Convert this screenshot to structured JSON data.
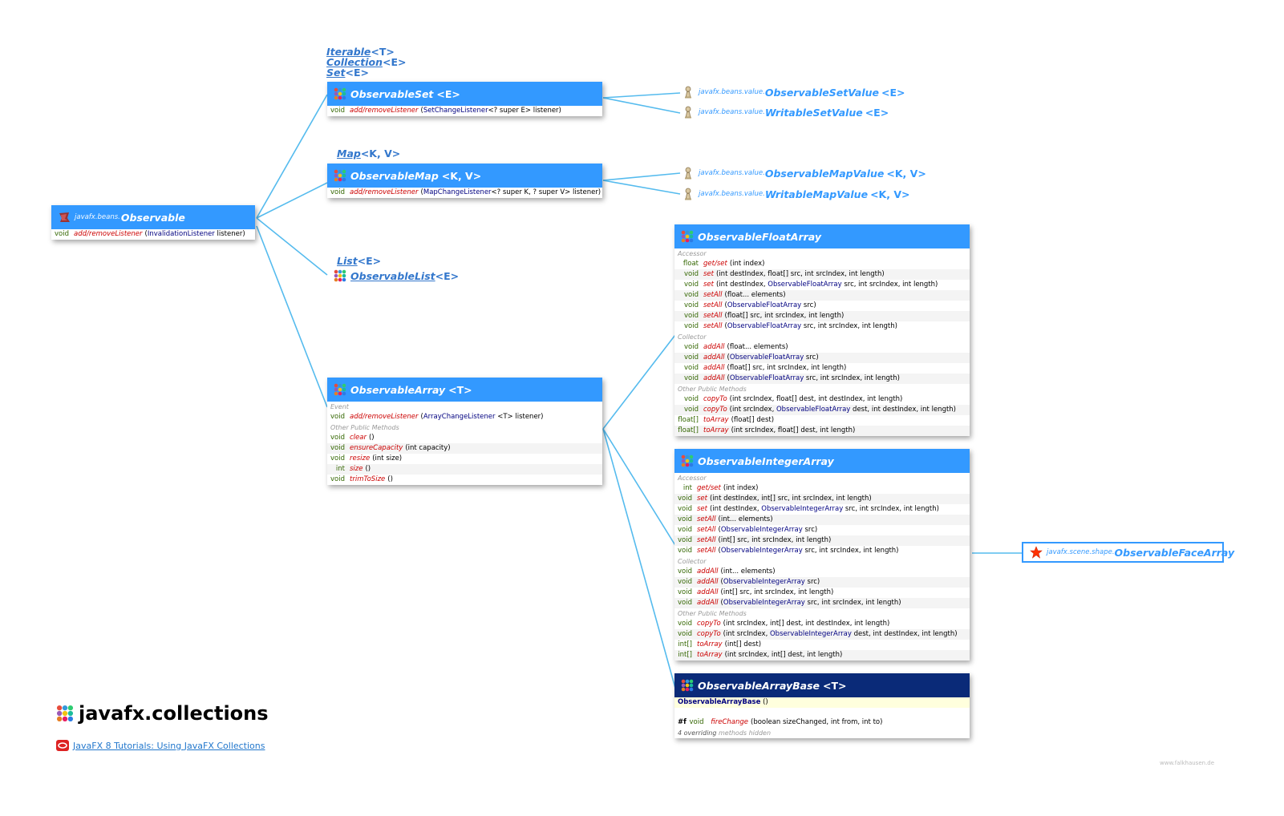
{
  "page": {
    "title": "javafx.collections",
    "tutorial_link": "JavaFX 8 Tutorials: Using JavaFX Collections",
    "credit": "www.falkhausen.de"
  },
  "observable": {
    "pkg": "javafx.beans.",
    "name": "Observable",
    "rows": [
      {
        "ret": "void",
        "method": "add/removeListener",
        "params_pre": "(",
        "type": "InvalidationListener",
        "params_post": " listener)"
      }
    ]
  },
  "iterable_links": [
    {
      "name": "Iterable",
      "gen": "<T>"
    },
    {
      "name": "Collection",
      "gen": "<E>"
    },
    {
      "name": "Set",
      "gen": "<E>"
    }
  ],
  "observable_set": {
    "name": "ObservableSet",
    "gen": "<E>",
    "rows": [
      {
        "ret": "void",
        "method": "add/removeListener",
        "params_pre": "(",
        "type": "SetChangeListener",
        "params_post": "<? super E> listener)"
      }
    ]
  },
  "map_link": {
    "name": "Map",
    "gen": "<K, V>"
  },
  "observable_map": {
    "name": "ObservableMap",
    "gen": "<K, V>",
    "rows": [
      {
        "ret": "void",
        "method": "add/removeListener",
        "params_pre": "(",
        "type": "MapChangeListener",
        "params_post": "<? super K, ? super V> listener)"
      }
    ]
  },
  "list_link": {
    "name": "List",
    "gen": "<E>"
  },
  "observable_list_link": {
    "name": "ObservableList",
    "gen": "<E>"
  },
  "set_values": [
    {
      "pkg": "javafx.beans.value.",
      "name": "ObservableSetValue",
      "gen": "<E>"
    },
    {
      "pkg": "javafx.beans.value.",
      "name": "WritableSetValue",
      "gen": "<E>"
    }
  ],
  "map_values": [
    {
      "pkg": "javafx.beans.value.",
      "name": "ObservableMapValue",
      "gen": "<K, V>"
    },
    {
      "pkg": "javafx.beans.value.",
      "name": "WritableMapValue",
      "gen": "<K, V>"
    }
  ],
  "observable_array": {
    "name": "ObservableArray",
    "gen": "<T>",
    "rows": [
      {
        "section": "Event"
      },
      {
        "ret": "void",
        "method": "add/removeListener",
        "params_pre": "(",
        "type": "ArrayChangeListener",
        "params_post": " <T> listener)"
      },
      {
        "section": "Other Public Methods"
      },
      {
        "ret": "void",
        "method": "clear",
        "params_pre": "()"
      },
      {
        "ret": "void",
        "method": "ensureCapacity",
        "params_pre": "(int capacity)"
      },
      {
        "ret": "void",
        "method": "resize",
        "params_pre": "(int size)"
      },
      {
        "ret": "int",
        "method": "size",
        "params_pre": "()"
      },
      {
        "ret": "void",
        "method": "trimToSize",
        "params_pre": "()"
      }
    ]
  },
  "observable_float_array": {
    "name": "ObservableFloatArray",
    "rows": [
      {
        "section": "Accessor"
      },
      {
        "ret": "float",
        "method": "get/set",
        "params_pre": "(int index)"
      },
      {
        "ret": "void",
        "method": "set",
        "params_pre": "(int destIndex, float[] src, int srcIndex, int length)"
      },
      {
        "ret": "void",
        "method": "set",
        "params_pre": "(int destIndex, ",
        "type": "ObservableFloatArray",
        "params_post": " src, int srcIndex, int length)"
      },
      {
        "ret": "void",
        "method": "setAll",
        "params_pre": "(float... elements)"
      },
      {
        "ret": "void",
        "method": "setAll",
        "params_pre": "(",
        "type": "ObservableFloatArray",
        "params_post": " src)"
      },
      {
        "ret": "void",
        "method": "setAll",
        "params_pre": "(float[] src, int srcIndex, int length)"
      },
      {
        "ret": "void",
        "method": "setAll",
        "params_pre": "(",
        "type": "ObservableFloatArray",
        "params_post": " src, int srcIndex, int length)"
      },
      {
        "section": "Collector"
      },
      {
        "ret": "void",
        "method": "addAll",
        "params_pre": "(float... elements)"
      },
      {
        "ret": "void",
        "method": "addAll",
        "params_pre": "(",
        "type": "ObservableFloatArray",
        "params_post": " src)"
      },
      {
        "ret": "void",
        "method": "addAll",
        "params_pre": "(float[] src, int srcIndex, int length)"
      },
      {
        "ret": "void",
        "method": "addAll",
        "params_pre": "(",
        "type": "ObservableFloatArray",
        "params_post": " src, int srcIndex, int length)"
      },
      {
        "section": "Other Public Methods"
      },
      {
        "ret": "void",
        "method": "copyTo",
        "params_pre": "(int srcIndex, float[] dest, int destIndex, int length)"
      },
      {
        "ret": "void",
        "method": "copyTo",
        "params_pre": "(int srcIndex, ",
        "type": "ObservableFloatArray",
        "params_post": " dest, int destIndex, int length)"
      },
      {
        "ret": "float[]",
        "method": "toArray",
        "params_pre": "(float[] dest)"
      },
      {
        "ret": "float[]",
        "method": "toArray",
        "params_pre": "(int srcIndex, float[] dest, int length)"
      }
    ]
  },
  "observable_integer_array": {
    "name": "ObservableIntegerArray",
    "rows": [
      {
        "section": "Accessor"
      },
      {
        "ret": "int",
        "method": "get/set",
        "params_pre": "(int index)"
      },
      {
        "ret": "void",
        "method": "set",
        "params_pre": "(int destIndex, int[] src, int srcIndex, int length)"
      },
      {
        "ret": "void",
        "method": "set",
        "params_pre": "(int destIndex, ",
        "type": "ObservableIntegerArray",
        "params_post": " src, int srcIndex, int length)"
      },
      {
        "ret": "void",
        "method": "setAll",
        "params_pre": "(int... elements)"
      },
      {
        "ret": "void",
        "method": "setAll",
        "params_pre": "(",
        "type": "ObservableIntegerArray",
        "params_post": " src)"
      },
      {
        "ret": "void",
        "method": "setAll",
        "params_pre": "(int[] src, int srcIndex, int length)"
      },
      {
        "ret": "void",
        "method": "setAll",
        "params_pre": "(",
        "type": "ObservableIntegerArray",
        "params_post": " src, int srcIndex, int length)"
      },
      {
        "section": "Collector"
      },
      {
        "ret": "void",
        "method": "addAll",
        "params_pre": "(int... elements)"
      },
      {
        "ret": "void",
        "method": "addAll",
        "params_pre": "(",
        "type": "ObservableIntegerArray",
        "params_post": " src)"
      },
      {
        "ret": "void",
        "method": "addAll",
        "params_pre": "(int[] src, int srcIndex, int length)"
      },
      {
        "ret": "void",
        "method": "addAll",
        "params_pre": "(",
        "type": "ObservableIntegerArray",
        "params_post": " src, int srcIndex, int length)"
      },
      {
        "section": "Other Public Methods"
      },
      {
        "ret": "void",
        "method": "copyTo",
        "params_pre": "(int srcIndex, int[] dest, int destIndex, int length)"
      },
      {
        "ret": "void",
        "method": "copyTo",
        "params_pre": "(int srcIndex, ",
        "type": "ObservableIntegerArray",
        "params_post": " dest, int destIndex, int length)"
      },
      {
        "ret": "int[]",
        "method": "toArray",
        "params_pre": "(int[] dest)"
      },
      {
        "ret": "int[]",
        "method": "toArray",
        "params_pre": "(int srcIndex, int[] dest, int length)"
      }
    ]
  },
  "observable_array_base": {
    "name": "ObservableArrayBase",
    "gen": "<T>",
    "ctor": "ObservableArrayBase",
    "ctor_params": " ()",
    "fire": {
      "mod": "#f",
      "ret": "void",
      "method": "fireChange",
      "params": "(boolean sizeChanged, int from, int to)"
    },
    "hidden_count": "4",
    "hidden_word": "overriding",
    "hidden_rest": "methods hidden"
  },
  "observable_face_array": {
    "pkg": "javafx.scene.shape.",
    "name": "ObservableFaceArray"
  },
  "colors": {
    "header": "#3399ff",
    "header_dark": "#0a2a78",
    "method": "#cc0000",
    "type": "#000080",
    "link": "#3377cc",
    "edge": "#55bbee"
  }
}
